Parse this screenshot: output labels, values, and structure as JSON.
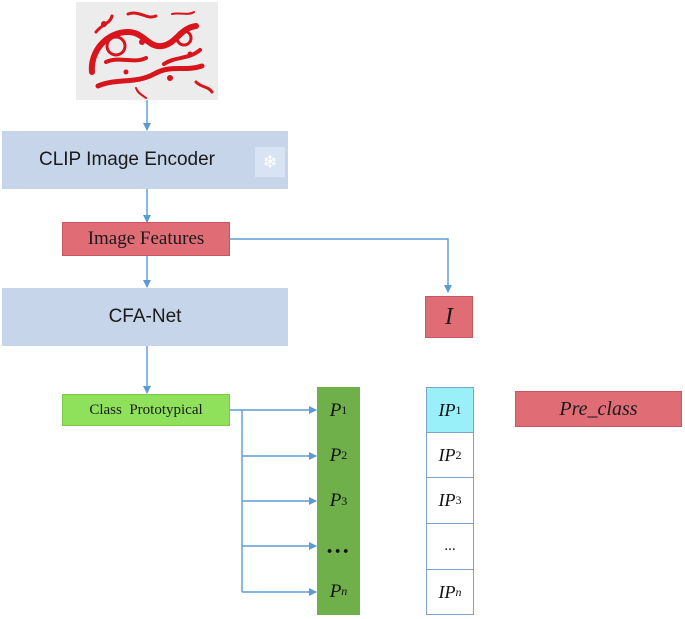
{
  "encoder": {
    "label": "CLIP Image Encoder"
  },
  "features": {
    "label": "Image Features"
  },
  "cfanet": {
    "label": "CFA-Net"
  },
  "prototype": {
    "label": "Class  Prototypical"
  },
  "image_vector": {
    "label": "I"
  },
  "pre_class": {
    "label": "Pre_class"
  },
  "prototypes": [
    {
      "base": "P",
      "sub": "1"
    },
    {
      "base": "P",
      "sub": "2"
    },
    {
      "base": "P",
      "sub": "3"
    },
    {
      "base": "…",
      "sub": ""
    },
    {
      "base": "P",
      "sub": "n"
    }
  ],
  "scores": [
    {
      "base": "IP",
      "sub": "1"
    },
    {
      "base": "IP",
      "sub": "2"
    },
    {
      "base": "IP",
      "sub": "3"
    },
    {
      "base": "...",
      "sub": ""
    },
    {
      "base": "IP",
      "sub": "n"
    }
  ],
  "colors": {
    "arrow": "#5b9bd5",
    "encoder_fill": "#c6d5ea",
    "feature_fill": "#e06c75",
    "prototype_fill": "#8fe05a",
    "column_fill": "#6fb04a",
    "highlight_cell": "#99f0f8"
  },
  "icons": {
    "frozen": "snowflake-icon",
    "input_image": "red-paper-cut-dragon-image"
  }
}
